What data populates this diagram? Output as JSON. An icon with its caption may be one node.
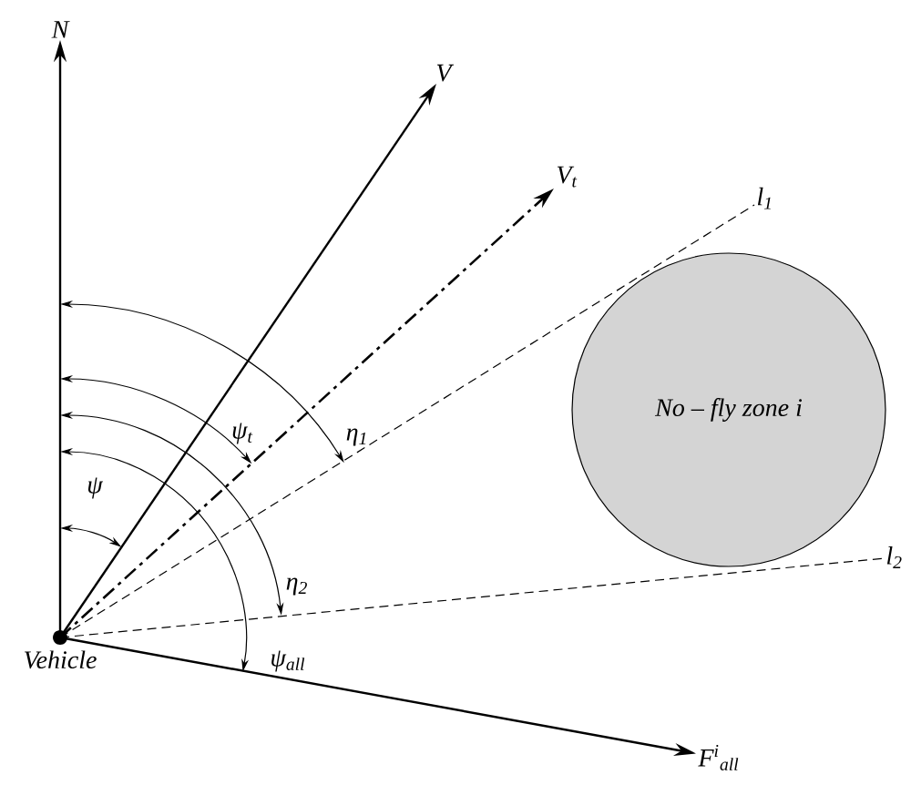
{
  "diagram": {
    "nodes": [
      {
        "text": [
          "N"
        ]
      },
      {
        "text": [
          "V"
        ]
      },
      {
        "text": [
          "V$_{t}$"
        ]
      },
      {
        "text": [
          "l$_{1}$"
        ]
      },
      {
        "text": [
          "No – fly zone i"
        ]
      },
      {
        "text": [
          "l$_{2}$"
        ]
      },
      {
        "text": [],
        "shape": "circle",
        "beside": [
          "Vehicle"
        ]
      },
      {
        "text": [
          "F$^{i}$$_{all}$"
        ]
      }
    ],
    "edges": [
      {
        "from": 6,
        "to": 0,
        "arrow": "to"
      },
      {
        "from": 6,
        "to": 1,
        "arrow": "to"
      },
      {
        "from": 6,
        "to": 2,
        "arrow": "to",
        "style": "dashed"
      },
      {
        "from": 6,
        "to": 3,
        "arrow": "none",
        "style": "dashed"
      },
      {
        "from": 6,
        "to": 5,
        "arrow": "none",
        "style": "dashed"
      },
      {
        "from": 6,
        "to": 7,
        "arrow": "to"
      }
    ],
    "labels": [
      "ψ",
      "ψ$_{t}$",
      "η$_{1}$",
      "η$_{2}$",
      "ψ$_{all}$"
    ]
  }
}
